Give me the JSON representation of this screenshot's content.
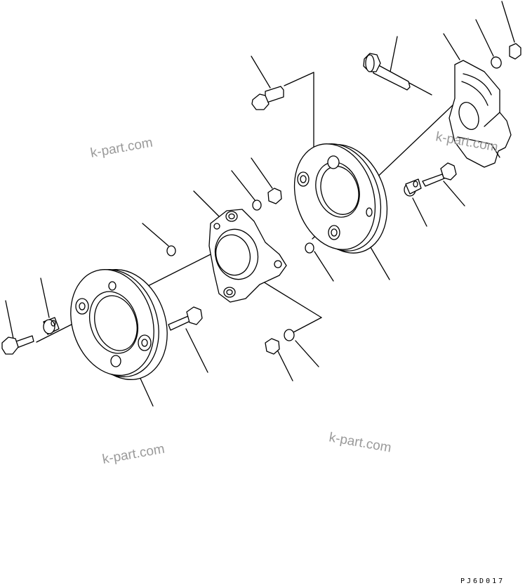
{
  "watermarks": [
    "k-part.com",
    "k-part.com",
    "k-part.com",
    "k-part.com"
  ],
  "drawing_code": "PJ6D017",
  "colors": {
    "ink": "#000000",
    "watermark": "#9a9a9a",
    "paper": "#ffffff"
  }
}
